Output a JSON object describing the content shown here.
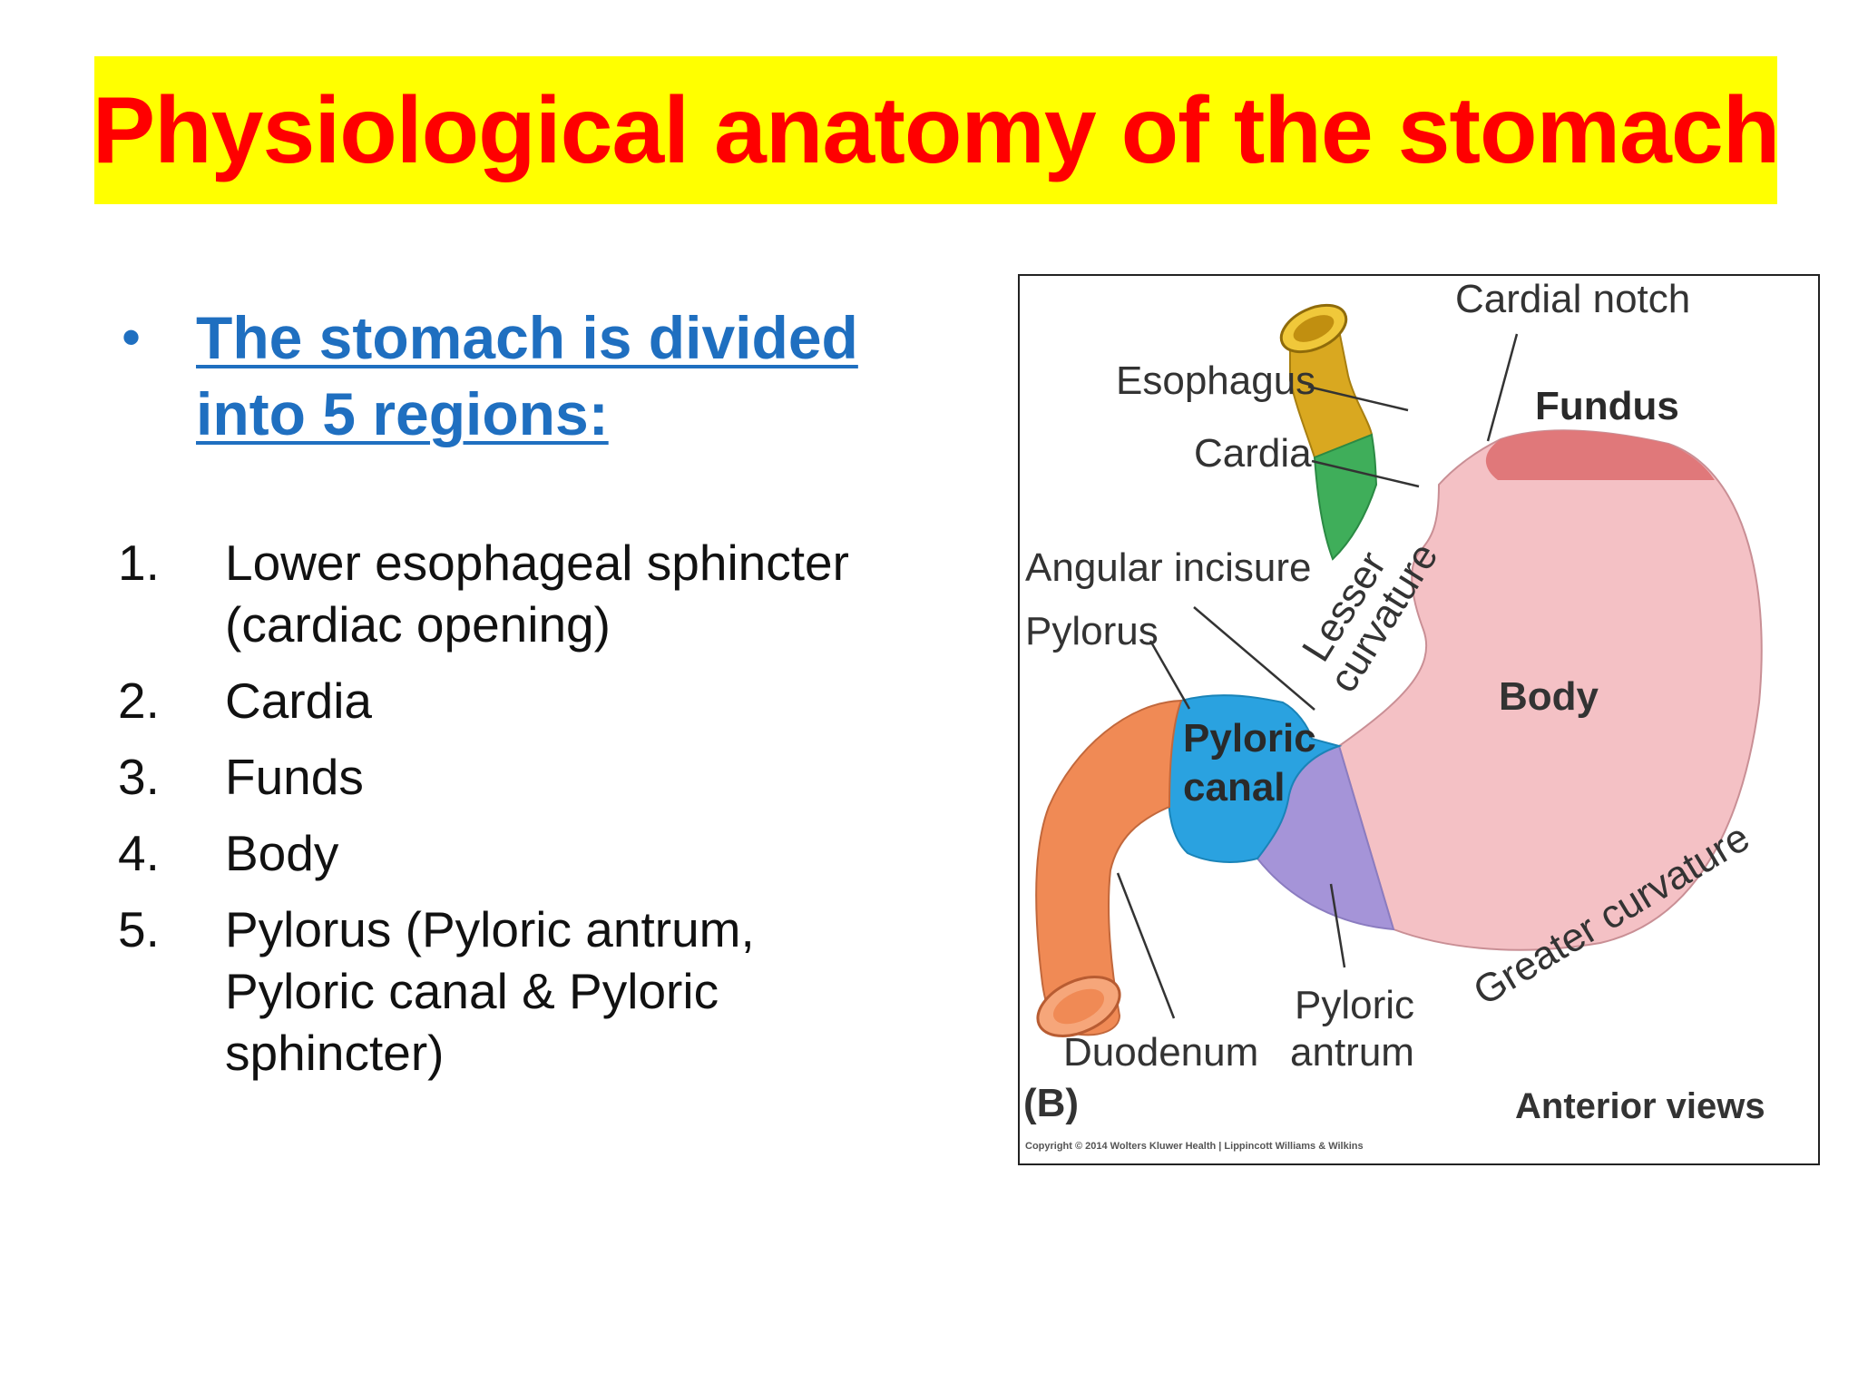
{
  "slide": {
    "title": "Physiological anatomy of the stomach",
    "title_color": "#ff0000",
    "title_background": "#ffff00"
  },
  "bullet": {
    "text_line1": "The stomach is divided",
    "text_line2": "into 5 regions:",
    "color": "#1f6fc0"
  },
  "regions": [
    {
      "num": "1.",
      "line1": "Lower esophageal sphincter",
      "line2": "(cardiac opening)",
      "line3": ""
    },
    {
      "num": "2.",
      "line1": "Cardia",
      "line2": "",
      "line3": ""
    },
    {
      "num": "3.",
      "line1": "Funds",
      "line2": "",
      "line3": ""
    },
    {
      "num": "4.",
      "line1": "Body",
      "line2": "",
      "line3": ""
    },
    {
      "num": "5.",
      "line1": "Pylorus (Pyloric antrum,",
      "line2": "Pyloric canal & Pyloric",
      "line3": "sphincter)"
    }
  ],
  "figure": {
    "labels": {
      "cardial_notch": "Cardial notch",
      "esophagus": "Esophagus",
      "cardia": "Cardia",
      "fundus": "Fundus",
      "angular_incisure": "Angular incisure",
      "pylorus": "Pylorus",
      "lesser": "Lesser",
      "curvature": "curvature",
      "body": "Body",
      "pyloric_canal_1": "Pyloric",
      "pyloric_canal_2": "canal",
      "greater_curvature": "Greater curvature",
      "pyloric_antrum_1": "Pyloric",
      "pyloric_antrum_2": "antrum",
      "duodenum": "Duodenum",
      "panel": "(B)",
      "view": "Anterior views",
      "copyright": "Copyright © 2014 Wolters Kluwer Health | Lippincott Williams & Wilkins"
    },
    "colors": {
      "esophagus": "#d9a820",
      "cardia": "#3fae5a",
      "fundus": "#e0787a",
      "body": "#f4c1c5",
      "pyloric_antrum": "#a594d8",
      "pyloric_canal": "#2aa2e0",
      "duodenum": "#f08a55"
    }
  }
}
